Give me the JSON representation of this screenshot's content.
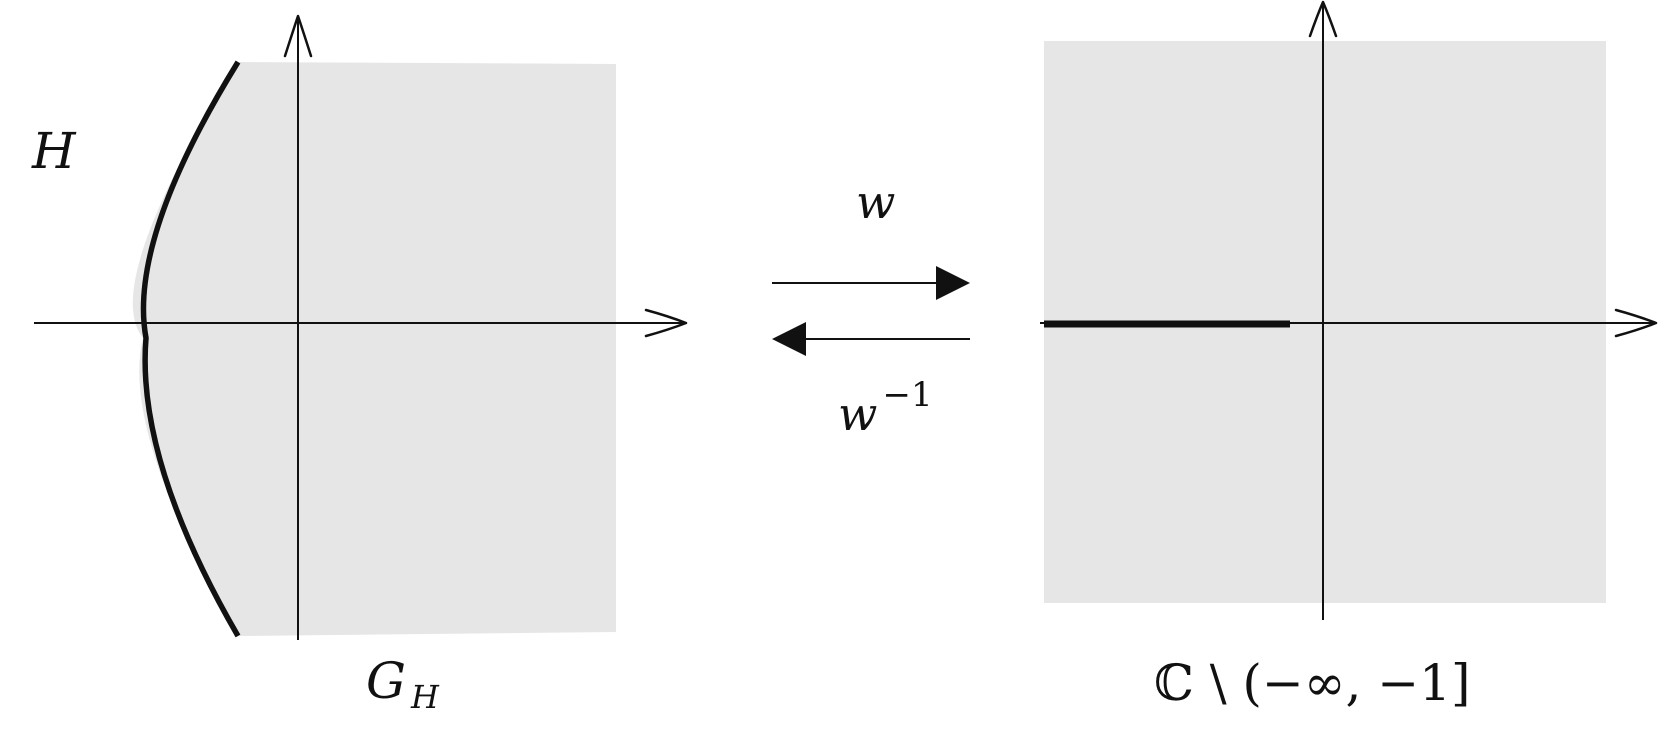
{
  "colors": {
    "region_fill": "#e6e6e6",
    "ink": "#111111",
    "background": "#ffffff"
  },
  "left_panel": {
    "region_label_script": "H",
    "domain_label_main": "G",
    "domain_label_sub": "H"
  },
  "maps": {
    "forward_label": "w",
    "inverse_label_base": "w",
    "inverse_label_exp": "−1"
  },
  "right_panel": {
    "domain_label": "ℂ \\ (−∞, −1]"
  }
}
